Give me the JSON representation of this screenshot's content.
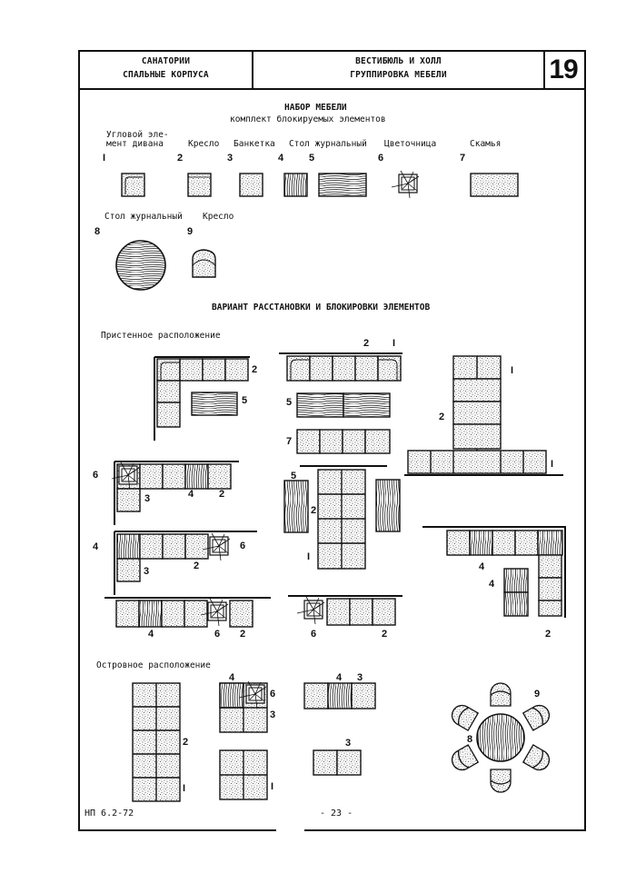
{
  "header": {
    "left_line1": "САНАТОРИИ",
    "left_line2": "СПАЛЬНЫЕ КОРПУСА",
    "center_line1": "ВЕСТИБЮЛЬ И ХОЛЛ",
    "center_line2": "ГРУППИРОВКА МЕБЕЛИ",
    "sheet_number": "19"
  },
  "furniture_set": {
    "title": "НАБОР МЕБЕЛИ",
    "subtitle": "комплект блокируемых элементов",
    "items": [
      {
        "num": "I",
        "label_line1": "Угловой эле-",
        "label_line2": "мент дивана",
        "texture": "stipple-corner"
      },
      {
        "num": "2",
        "label": "Кресло",
        "texture": "stipple"
      },
      {
        "num": "3",
        "label": "Банкетка",
        "texture": "stipple"
      },
      {
        "num": "4",
        "label": "Стол журнальный",
        "texture": "wood-vertical"
      },
      {
        "num": "5",
        "label": "",
        "texture": "wood-horizontal"
      },
      {
        "num": "6",
        "label": "Цветочница",
        "texture": "plant"
      },
      {
        "num": "7",
        "label": "Скамья",
        "texture": "stipple"
      },
      {
        "num": "8",
        "label": "Стол журнальный",
        "texture": "wood-round"
      },
      {
        "num": "9",
        "label": "Кресло",
        "texture": "stipple-chair"
      }
    ]
  },
  "arrangement": {
    "title": "ВАРИАНТ РАССТАНОВКИ И БЛОКИРОВКИ ЭЛЕМЕНТОВ",
    "wall_section": "Пристенное расположение",
    "island_section": "Островное расположение",
    "labels": {
      "w1_2": "2",
      "w1_5": "5",
      "w2_2": "2",
      "w2_1": "I",
      "w2_5": "5",
      "w2_7": "7",
      "w3_1top": "I",
      "w3_2": "2",
      "w3_1bottom": "I",
      "w4_6": "6",
      "w4_3": "3",
      "w4_4": "4",
      "w4_2": "2",
      "w5_5": "5",
      "w5_2": "2",
      "w5_1": "I",
      "w6_4": "4",
      "w6_3": "3",
      "w6_2": "2",
      "w6_6": "6",
      "w7_4a": "4",
      "w7_4b": "4",
      "w7_2": "2",
      "w8_4": "4",
      "w8_6": "6",
      "w8_2": "2",
      "w9_6": "6",
      "w9_2": "2",
      "i1_2": "2",
      "i1_1": "I",
      "i2_4": "4",
      "i2_6": "6",
      "i2_3": "3",
      "i3_1": "I",
      "i4_4": "4",
      "i4_3": "3",
      "i5_3": "3",
      "i6_9": "9",
      "i6_8": "8"
    }
  },
  "footer": {
    "doc_code": "НП 6.2-72",
    "page": "- 23 -"
  }
}
